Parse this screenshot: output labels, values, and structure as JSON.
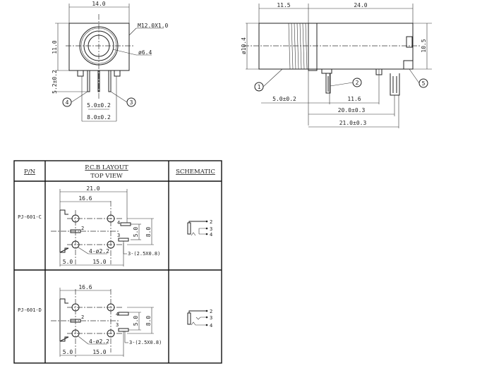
{
  "front_view": {
    "width_dim": "14.0",
    "height_dim": "11.0",
    "thread_label": "M12.0X1.0",
    "bore_label": "ø6.4",
    "pin_length_dim": "5.2±0.2",
    "pin_pitch_inner": "5.0±0.2",
    "pin_pitch_outer": "8.0±0.2",
    "callouts": [
      "4",
      "3"
    ]
  },
  "side_view": {
    "thread_len_dim": "11.5",
    "body_len_dim": "24.0",
    "diameter_dim": "ø10.4",
    "height_dim": "10.5",
    "dim_a": "5.0±0.2",
    "dim_b": "11.6",
    "dim_c": "20.0±0.3",
    "dim_d": "21.0±0.3",
    "callouts": [
      "1",
      "2",
      "5"
    ]
  },
  "table": {
    "headers": {
      "pn": "P/N",
      "layout_line1": "P.C.B LAYOUT",
      "layout_line2": "TOP VIEW",
      "schematic": "SCHEMATIC"
    },
    "rows": [
      {
        "pn": "PJ-601-C",
        "dim_overall": "21.0",
        "dim_holes": "16.6",
        "dim_inner": "5.0",
        "dim_outer": "8.0",
        "hole_note": "4-ø2.2",
        "slot_note": "3-(2.5X0.8)",
        "dim_edge": "5.0",
        "dim_span": "15.0",
        "slot_labels": [
          "2",
          "4",
          "3"
        ],
        "schematic_pins": [
          "2",
          "3",
          "4"
        ]
      },
      {
        "pn": "PJ-601-D",
        "dim_holes": "16.6",
        "dim_inner": "5.0",
        "dim_outer": "8.0",
        "hole_note": "4-ø2.2",
        "slot_note": "3-(2.5X0.8)",
        "dim_edge": "5.0",
        "dim_span": "15.0",
        "slot_labels": [
          "2",
          "4",
          "3"
        ],
        "schematic_pins": [
          "2",
          "3",
          "4"
        ]
      }
    ]
  }
}
